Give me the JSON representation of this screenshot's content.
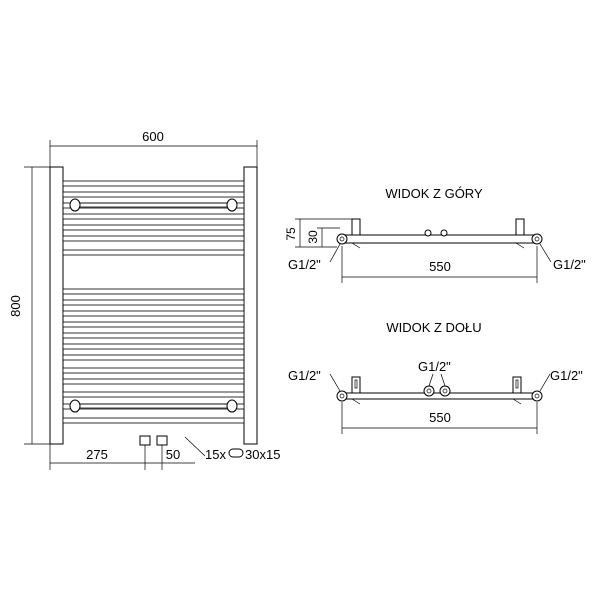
{
  "front": {
    "width_dim": "600",
    "height_dim": "800",
    "left_offset_dim": "275",
    "pipe_spacing_dim": "50",
    "tube_spec": "15x",
    "tube_size": "30x15"
  },
  "top_view": {
    "title": "WIDOK Z GÓRY",
    "depth_outer": "75",
    "depth_inner": "30",
    "thread_left": "G1/2\"",
    "thread_right": "G1/2\"",
    "axis_spacing": "550"
  },
  "bottom_view": {
    "title": "WIDOK Z DOŁU",
    "thread_left": "G1/2\"",
    "thread_center": "G1/2\"",
    "thread_right": "G1/2\"",
    "axis_spacing": "550"
  }
}
